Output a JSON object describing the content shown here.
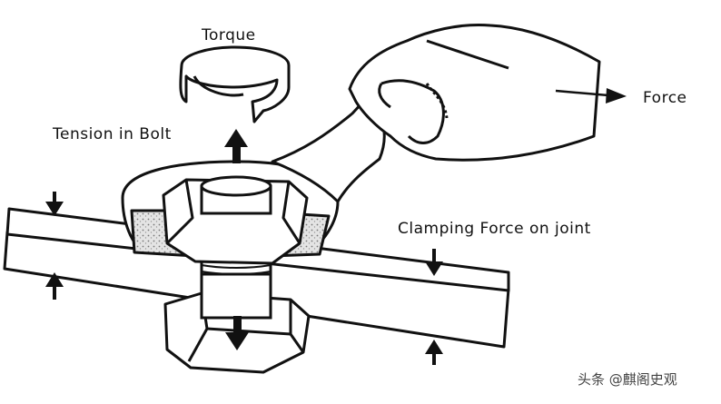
{
  "labels": {
    "torque": "Torque",
    "force": "Force",
    "tension": "Tension in Bolt",
    "clamping": "Clamping Force on joint"
  },
  "watermark": {
    "text": "头条 @麒阁史观"
  },
  "colors": {
    "ink": "#111111",
    "fill": "#ffffff",
    "stipple": "#d8d8d8"
  }
}
